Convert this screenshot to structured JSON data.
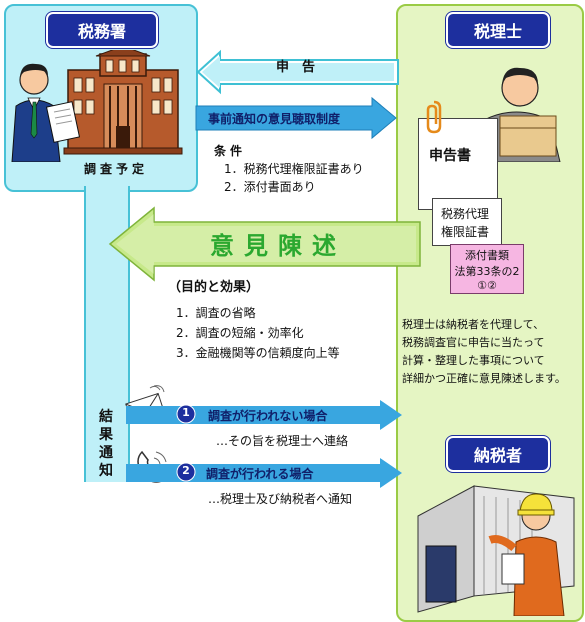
{
  "tax_office": {
    "title": "税務署",
    "schedule": "調査予定"
  },
  "tax_accountant": {
    "title": "税理士"
  },
  "taxpayer": {
    "title": "納税者"
  },
  "arrows": {
    "declaration": "申　告",
    "advance_notice": "事前通知の意見聴取制度",
    "opinion": "意見陳述"
  },
  "conditions": {
    "heading": "条件",
    "items": [
      "1．税務代理権限証書あり",
      "2．添付書面あり"
    ]
  },
  "documents": {
    "return": "申告書",
    "power_line1": "税務代理",
    "power_line2": "権限証書",
    "attach_line1": "添付書類",
    "attach_line2": "法第33条の2",
    "attach_line3": "①②"
  },
  "purpose": {
    "heading": "（目的と効果）",
    "items": [
      "1．調査の省略",
      "2．調査の短縮・効率化",
      "3．金融機関等の信頼度向上等"
    ]
  },
  "description": {
    "lines": [
      "税理士は納税者を代理して、",
      "税務調査官に申告に当たって",
      "計算・整理した事項について",
      "詳細かつ正確に意見陳述します。"
    ]
  },
  "result": {
    "label_chars": [
      "結",
      "果",
      "通",
      "知"
    ],
    "case1_num": "1",
    "case1_label": "調査が行われない場合",
    "case1_note": "…その旨を税理士へ連絡",
    "case2_num": "2",
    "case2_label": "調査が行われる場合",
    "case2_note": "…税理士及び納税者へ通知"
  },
  "colors": {
    "cyan_panel": "#bff0f8",
    "green_panel": "#e5f5c3",
    "badge": "#1d2f9e",
    "arrow_light": "#bff0f8",
    "arrow_blue": "#39a6e0",
    "opinion_text": "#2ba82f"
  }
}
